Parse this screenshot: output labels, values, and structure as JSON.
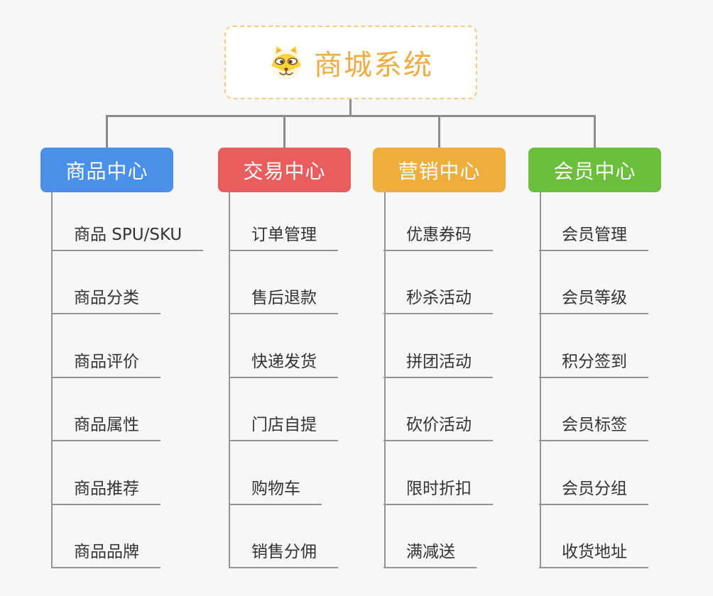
{
  "root": {
    "title": "商城系统",
    "icon": "shiba-dog-icon"
  },
  "branches": [
    {
      "label": "商品中心",
      "color": "#4a90e8",
      "children": [
        "商品 SPU/SKU",
        "商品分类",
        "商品评价",
        "商品属性",
        "商品推荐",
        "商品品牌"
      ]
    },
    {
      "label": "交易中心",
      "color": "#e85e5e",
      "children": [
        "订单管理",
        "售后退款",
        "快递发货",
        "门店自提",
        "购物车",
        "销售分佣"
      ]
    },
    {
      "label": "营销中心",
      "color": "#eeae3d",
      "children": [
        "优惠券码",
        "秒杀活动",
        "拼团活动",
        "砍价活动",
        "限时折扣",
        "满减送"
      ]
    },
    {
      "label": "会员中心",
      "color": "#6cbe3d",
      "children": [
        "会员管理",
        "会员等级",
        "积分签到",
        "会员标签",
        "会员分组",
        "收货地址"
      ]
    }
  ],
  "colors": {
    "background": "#f7f7f7",
    "connector": "#8c8c8c",
    "underline": "#949494",
    "root_border": "#f6cc85",
    "root_title_text": "#f0ac42",
    "child_text": "#333333",
    "branch_text": "#ffffff"
  }
}
